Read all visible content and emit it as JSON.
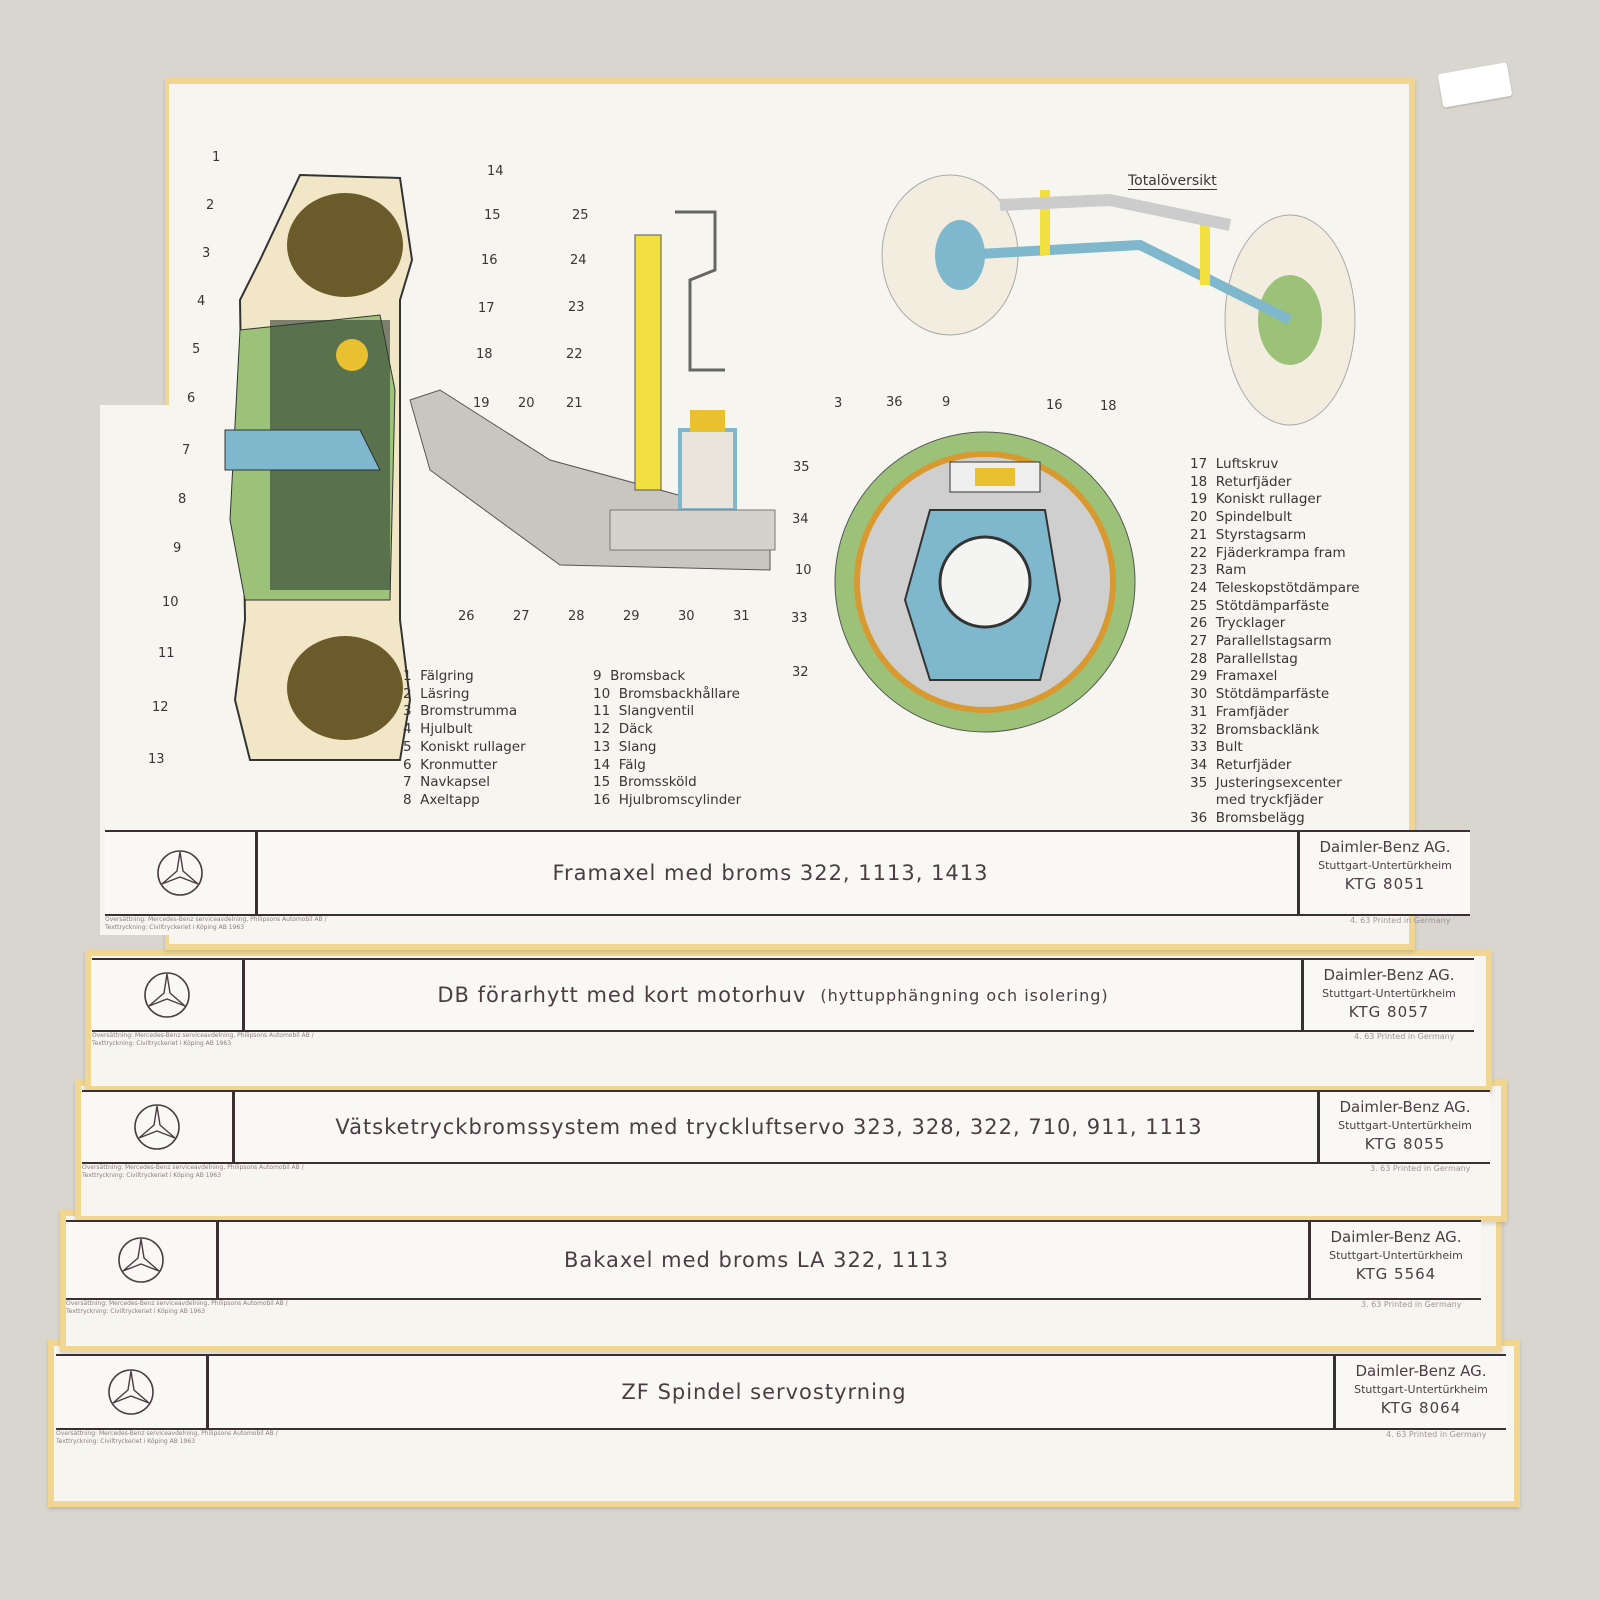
{
  "main_poster": {
    "overview_title": "Totalöversikt",
    "callouts": [
      "1",
      "2",
      "3",
      "4",
      "5",
      "6",
      "7",
      "8",
      "9",
      "10",
      "11",
      "12",
      "13",
      "14",
      "15",
      "16",
      "17",
      "18",
      "19",
      "20",
      "21",
      "25",
      "24",
      "23",
      "22",
      "26",
      "27",
      "28",
      "29",
      "30",
      "31",
      "3",
      "36",
      "9",
      "16",
      "18",
      "35",
      "34",
      "10",
      "33",
      "32"
    ],
    "legend_col1": [
      "1  Fälgring",
      "2  Läsring",
      "3  Bromstrumma",
      "4  Hjulbult",
      "5  Koniskt rullager",
      "6  Kronmutter",
      "7  Navkapsel",
      "8  Axeltapp"
    ],
    "legend_col2": [
      "9  Bromsback",
      "10  Bromsbackhållare",
      "11  Slangventil",
      "12  Däck",
      "13  Slang",
      "14  Fälg",
      "15  Bromssköld",
      "16  Hjulbromscylinder"
    ],
    "legend_col3": [
      "17  Luftskruv",
      "18  Returfjäder",
      "19  Koniskt rullager",
      "20  Spindelbult",
      "21  Styrstagsarm",
      "22  Fjäderkrampa fram",
      "23  Ram",
      "24  Teleskopstötdämpare",
      "25  Stötdämparfäste",
      "26  Trycklager",
      "27  Parallellstagsarm",
      "28  Parallellstag",
      "29  Framaxel",
      "30  Stötdämparfäste",
      "31  Framfjäder",
      "32  Bromsbacklänk",
      "33  Bult",
      "34  Returfjäder",
      "35  Justeringsexcenter",
      "      med tryckfjäder",
      "36  Bromsbelägg"
    ]
  },
  "posters": [
    {
      "title": "Framaxel med broms 322,  1113,  1413",
      "subtitle": "",
      "company": "Daimler-Benz AG.",
      "city": "Stuttgart-Untertürkheim",
      "code": "KTG 8051",
      "printed": "4. 63   Printed in Germany",
      "fine": "Översättning: Mercedes-Benz serviceavdelning, Philipsons Automobil AB / Texttryckning: Civiltryckeriet i Köping AB 1963"
    },
    {
      "title": "DB förarhytt med kort motorhuv",
      "subtitle": "(hyttupphängning och isolering)",
      "company": "Daimler-Benz AG.",
      "city": "Stuttgart-Untertürkheim",
      "code": "KTG 8057",
      "printed": "4. 63 Printed in Germany",
      "fine": "Översättning: Mercedes-Benz serviceavdelning, Philipsons Automobil AB / Texttryckning: Civiltryckeriet i Köping AB 1963"
    },
    {
      "title": "Vätsketryckbromssystem med tryckluftservo 323,  328,  322, 710,  911,  1113",
      "subtitle": "",
      "company": "Daimler-Benz AG.",
      "city": "Stuttgart-Untertürkheim",
      "code": "KTG 8055",
      "printed": "3. 63   Printed in Germany",
      "fine": "Översättning: Mercedes-Benz serviceavdelning, Philipsons Automobil AB / Texttryckning: Civiltryckeriet i Köping AB 1963"
    },
    {
      "title": "Bakaxel med broms LA 322,  1113",
      "subtitle": "",
      "company": "Daimler-Benz AG.",
      "city": "Stuttgart-Untertürkheim",
      "code": "KTG 5564",
      "printed": "3. 63   Printed in Germany",
      "fine": "Översättning: Mercedes-Benz serviceavdelning, Philipsons Automobil AB / Texttryckning: Civiltryckeriet i Köping AB 1963"
    },
    {
      "title": "ZF Spindel servostyrning",
      "subtitle": "",
      "company": "Daimler-Benz AG.",
      "city": "Stuttgart-Untertürkheim",
      "code": "KTG 8064",
      "printed": "4. 63  Printed in Germany",
      "fine": "Översättning: Mercedes-Benz serviceavdelning, Philipsons Automobil AB / Texttryckning: Civiltryckeriet i Köping AB 1963"
    }
  ],
  "colors": {
    "paper": "#f7f5f0",
    "tape": "#f0d690",
    "steel": "#7fb8cc",
    "green": "#9cc27a",
    "yellow": "#f2e040",
    "tire": "#6b5a2a"
  }
}
